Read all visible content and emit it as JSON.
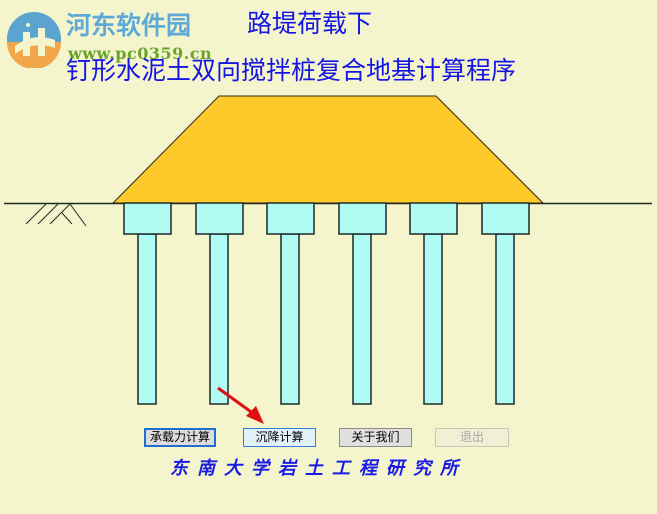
{
  "window": {
    "background": "#f4f5cc"
  },
  "header": {
    "title_line1": "路堤荷载下",
    "title_line2": "钉形水泥土双向搅拌桩复合地基计算程序",
    "title_color": "#1515e6"
  },
  "watermark": {
    "name": "河东软件园",
    "url": "www.pc0359.cn",
    "logo_icon": "hd-logo-icon"
  },
  "diagram": {
    "embankment_color": "#fdc92b",
    "pile_color": "#b0fcf4",
    "outline_color": "#1c2a28",
    "pile_count": 6,
    "ground_hatch_icon": "soil-hatch-icon",
    "pointer_icon": "red-arrow-icon"
  },
  "buttons": {
    "bearing_capacity": "承载力计算",
    "settlement": "沉降计算",
    "about_us": "关于我们",
    "exit": "退出"
  },
  "footer": {
    "institute": "东南大学岩土工程研究所"
  }
}
